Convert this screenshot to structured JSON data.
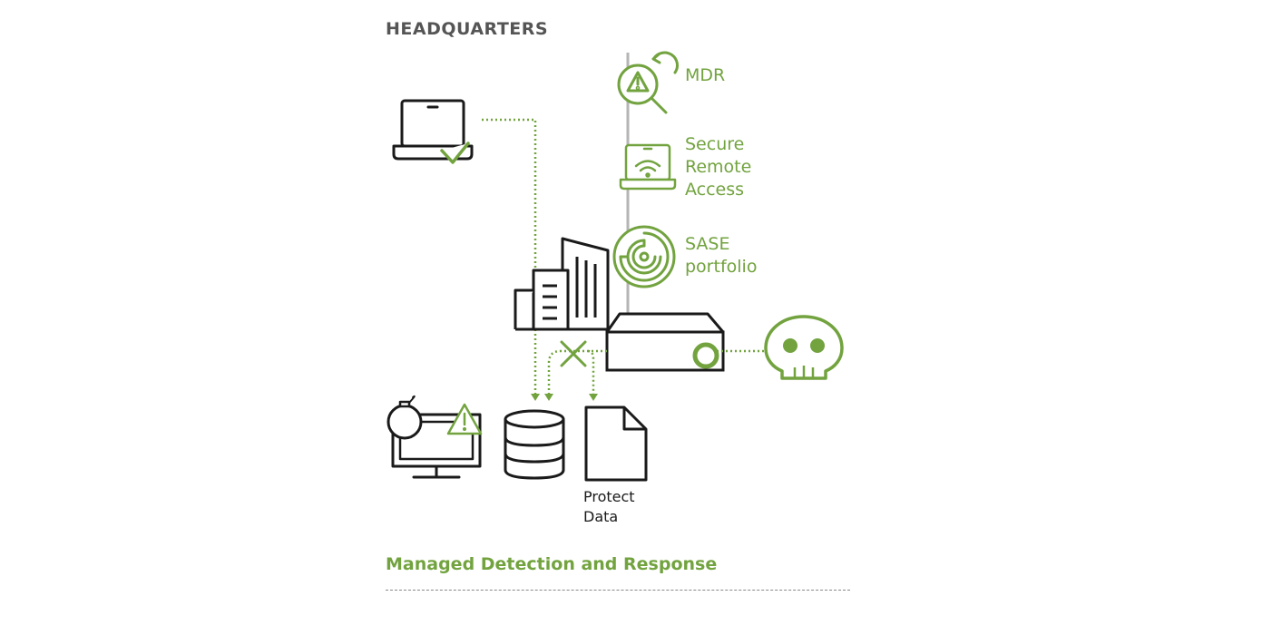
{
  "diagram": {
    "title": "HEADQUARTERS",
    "services": [
      {
        "label_lines": [
          "MDR"
        ],
        "icon": "warning-magnifier-icon"
      },
      {
        "label_lines": [
          "Secure",
          "Remote",
          "Access"
        ],
        "icon": "wifi-laptop-icon"
      },
      {
        "label_lines": [
          "SASE",
          "portfolio"
        ],
        "icon": "maze-icon"
      }
    ],
    "endpoints": {
      "protect_data_lines": [
        "Protect",
        "Data"
      ]
    },
    "footer": {
      "title": "Managed Detection and Response"
    },
    "colors": {
      "accent": "#72a33f",
      "ink": "#1a1a1a",
      "title": "#555555",
      "line": "#b5b5b5"
    }
  }
}
